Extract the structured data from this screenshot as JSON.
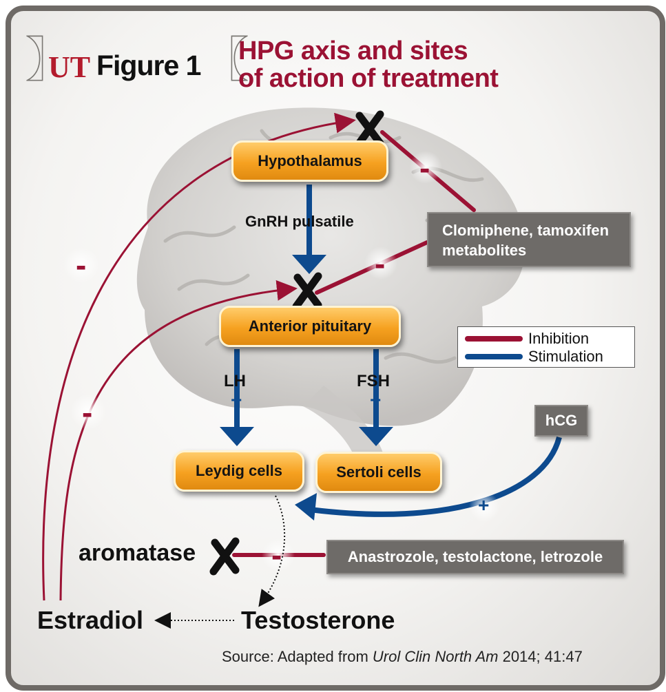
{
  "header": {
    "brand": "UT",
    "figure": "Figure 1",
    "title_line1": "HPG axis and sites",
    "title_line2": "of action of treatment"
  },
  "nodes": {
    "hypothalamus": "Hypothalamus",
    "anterior_pituitary": "Anterior pituitary",
    "leydig": "Leydig cells",
    "sertoli": "Sertoli cells"
  },
  "labels": {
    "gnrh": "GnRH pulsatile",
    "lh": "LH",
    "fsh": "FSH",
    "aromatase": "aromatase",
    "estradiol": "Estradiol",
    "testosterone": "Testosterone",
    "plus": "+",
    "minus": "-"
  },
  "drugs": {
    "clomiphene_line1": "Clomiphene, tamoxifen",
    "clomiphene_line2": "metabolites",
    "hcg": "hCG",
    "aromatase_inhibitors": "Anastrozole, testolactone, letrozole"
  },
  "legend": {
    "inhibition": "Inhibition",
    "stimulation": "Stimulation",
    "inhibition_color": "#9b1234",
    "stimulation_color": "#0d4a8e"
  },
  "source": {
    "prefix": "Source: Adapted from ",
    "journal": "Urol Clin North Am",
    "citation": " 2014; 41:47"
  }
}
